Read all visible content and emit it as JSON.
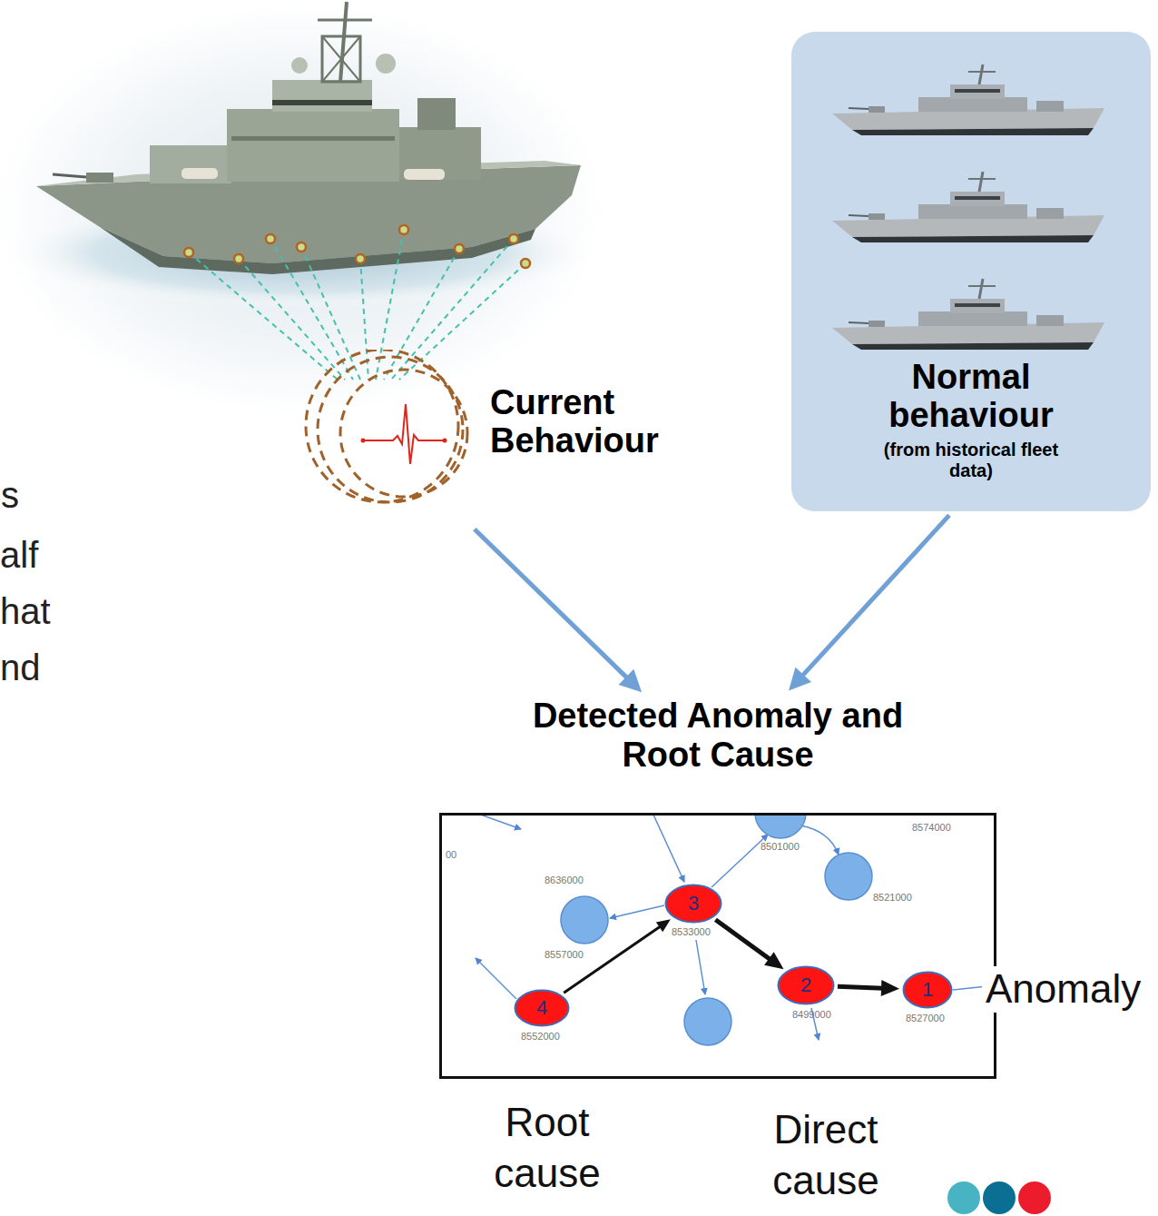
{
  "diagram": {
    "nodes": [
      {
        "text": [
          "Current Behaviour"
        ]
      },
      {
        "text": [
          "Normal behaviour",
          "(from historical fleet data)"
        ]
      },
      {
        "text": [
          "Detected Anomaly and Root Cause"
        ]
      },
      {
        "text": [
          "3"
        ],
        "in": 2
      },
      {
        "text": [
          "2"
        ],
        "in": 2
      },
      {
        "text": [
          "1"
        ],
        "in": 2
      },
      {
        "text": [
          "4"
        ],
        "in": 2
      }
    ],
    "edges": [
      {
        "from": 0,
        "to": 2,
        "arrow": "to"
      },
      {
        "from": 1,
        "to": 2,
        "arrow": "to"
      },
      {
        "from": 6,
        "to": 3,
        "arrow": "to"
      },
      {
        "from": 3,
        "to": 4,
        "arrow": "to"
      },
      {
        "from": 4,
        "to": 5,
        "arrow": "to"
      }
    ],
    "labels": [
      "s",
      "alf",
      "hat",
      "nd",
      "00",
      "8636000",
      "8501000",
      "8574000",
      "8521000",
      "8557000",
      "8533000",
      "8499000",
      "8527000",
      "8552000",
      "Anomaly",
      "Root cause",
      "Direct cause"
    ]
  }
}
